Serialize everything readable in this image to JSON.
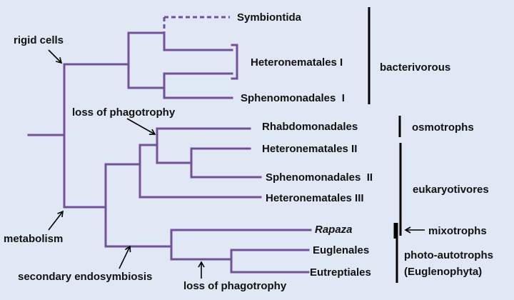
{
  "tree": {
    "taxa": {
      "symbiontida": "Symbiontida",
      "heteronematales_1": "Heteronematales I",
      "sphenomonadales_1": "Sphenomonadales  I",
      "rhabdomonadales": "Rhabdomonadales",
      "heteronematales_2": "Heteronematales II",
      "sphenomonadales_2": "Sphenomonadales  II",
      "heteronematales_3": "Heteronematales III",
      "rapaza": "Rapaza",
      "euglenales": "Euglenales",
      "eutreptiales": "Eutreptiales"
    },
    "events": {
      "rigid_cells": "rigid cells",
      "loss_of_phagotrophy_upper": "loss of phagotrophy",
      "metabolism": "metabolism",
      "secondary_endosymbiosis": "secondary endosymbiosis",
      "loss_of_phagotrophy_lower": "loss of phagotrophy"
    },
    "groups": {
      "bacterivorous": "bacterivorous",
      "osmotrophs": "osmotrophs",
      "eukaryotivores": "eukaryotivores",
      "mixotrophs": "mixotrophs",
      "photo_autotrophs": "photo-autotrophs",
      "euglenophyta": "(Euglenophyta)"
    }
  },
  "colors": {
    "branch": "#73519a",
    "background": "#dfe8f4",
    "text": "#111111"
  }
}
